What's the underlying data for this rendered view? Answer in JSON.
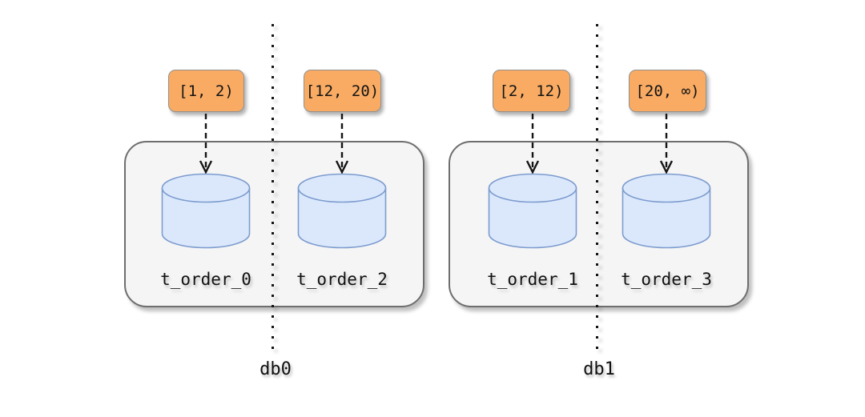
{
  "databases": [
    {
      "name": "db0",
      "tables": [
        {
          "name": "t_order_0",
          "range": "[1, 2)"
        },
        {
          "name": "t_order_2",
          "range": "[12, 20)"
        }
      ]
    },
    {
      "name": "db1",
      "tables": [
        {
          "name": "t_order_1",
          "range": "[2, 12)"
        },
        {
          "name": "t_order_3",
          "range": "[20, ∞)"
        }
      ]
    }
  ],
  "colors": {
    "range_badge_fill": "#f9ab63",
    "range_badge_border": "#919191",
    "cylinder_fill": "#dbe8fc",
    "cylinder_stroke": "#7d9cce",
    "container_fill": "#f5f5f6",
    "container_border": "#6e6e6e",
    "text": "#111111"
  },
  "icons": {
    "cylinder": "database-cylinder-icon",
    "arrow": "dashed-down-arrow-icon"
  }
}
